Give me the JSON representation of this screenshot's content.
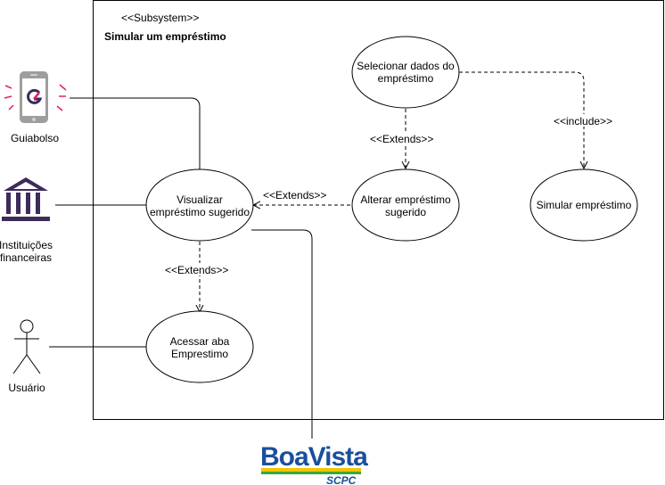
{
  "subsystem": {
    "stereotype": "<<Subsystem>>",
    "title": "Simular um empréstimo"
  },
  "actors": {
    "guiabolso": {
      "label": "Guiabolso",
      "icon": "phone-icon",
      "accent": "#e91e63"
    },
    "instituicoes": {
      "label_line1": "Instituições",
      "label_line2": "financeiras",
      "icon": "bank-icon",
      "color": "#3d2b5a"
    },
    "usuario": {
      "label": "Usuário",
      "icon": "stick-figure-icon"
    },
    "boavista": {
      "logo_text": "BoaVista",
      "logo_sub": "SCPC",
      "colors": [
        "#1b4f9c",
        "#f2c500",
        "#3aa935"
      ]
    }
  },
  "use_cases": {
    "visualizar": {
      "line1": "Visualizar",
      "line2": "empréstimo sugerido"
    },
    "acessar": {
      "line1": "Acessar aba",
      "line2": "Emprestimo"
    },
    "selecionar": {
      "line1": "Selecionar dados do",
      "line2": "empréstimo"
    },
    "alterar": {
      "line1": "Alterar empréstimo",
      "line2": "sugerido"
    },
    "simular": {
      "line1": "Simular empréstimo"
    }
  },
  "relations": {
    "extends_alterar_visualizar": "<<Extends>>",
    "extends_selecionar_alterar": "<<Extends>>",
    "extends_visualizar_acessar": "<<Extends>>",
    "include_selecionar_simular": "<<include>>"
  }
}
